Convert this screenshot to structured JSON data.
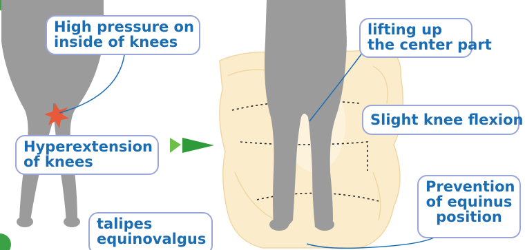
{
  "labels": {
    "pressure": [
      "High pressure on",
      "inside of knees"
    ],
    "hyperextension": [
      "Hyperextension",
      "of knees"
    ],
    "talipes": [
      "talipes",
      "equinovalgus"
    ],
    "lifting": [
      "lifting up",
      "the center part"
    ],
    "flexion": [
      "Slight knee flexion"
    ],
    "prevention": [
      "Prevention",
      "of equinus",
      "position"
    ]
  },
  "colors": {
    "text": "#1b6db3",
    "label_border": "#9aa6d8",
    "leg_gray": "#9b9b9b",
    "leg_dark": "#7d7d7d",
    "cushion": "#fbeccb",
    "cushion_edge": "#f0d7a4",
    "arrow_light": "#6cc04a",
    "arrow_dark": "#2e9b3a",
    "pressure_burst": "#e8593a",
    "step_badge": "#3aa245"
  }
}
